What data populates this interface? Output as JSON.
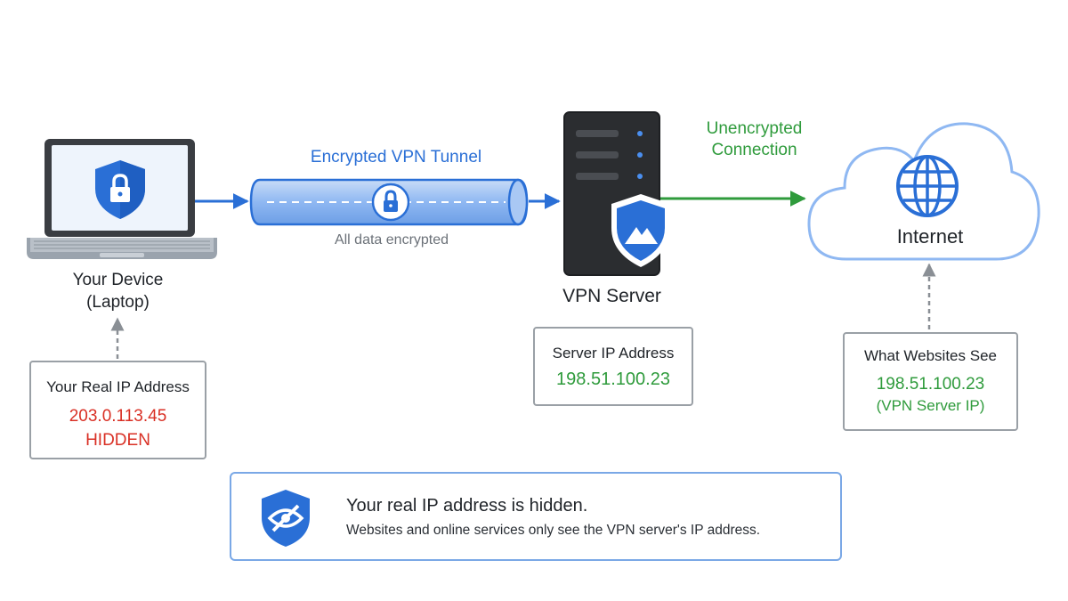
{
  "device": {
    "label_line1": "Your Device",
    "label_line2": "(Laptop)"
  },
  "tunnel": {
    "title": "Encrypted VPN Tunnel",
    "subtitle": "All data encrypted"
  },
  "server": {
    "label": "VPN Server"
  },
  "connection": {
    "line1": "Unencrypted",
    "line2": "Connection"
  },
  "internet": {
    "label": "Internet"
  },
  "real_ip_box": {
    "title": "Your Real IP Address",
    "ip": "203.0.113.45",
    "status": "HIDDEN"
  },
  "server_ip_box": {
    "title": "Server IP Address",
    "ip": "198.51.100.23"
  },
  "websites_box": {
    "title": "What Websites See",
    "ip": "198.51.100.23",
    "note": "(VPN Server IP)"
  },
  "notice": {
    "title": "Your real IP address is hidden.",
    "body": "Websites and online services only see the VPN server's IP address."
  },
  "icons": {
    "laptop": "laptop-icon",
    "device_shield": "shield-lock-icon",
    "tunnel_lock": "lock-icon",
    "server": "server-tower-icon",
    "server_shield": "shield-mountain-icon",
    "internet": "cloud-icon",
    "globe": "globe-icon",
    "notice": "shield-eye-slash-icon"
  },
  "colors": {
    "accent_blue": "#2a6fd6",
    "tunnel_fill": "#8fb8f2",
    "green": "#2f9b3c",
    "red": "#d93025",
    "box_border": "#9aa0a6",
    "notice_border": "#7aa8e6",
    "server_body": "#2b2d30"
  }
}
